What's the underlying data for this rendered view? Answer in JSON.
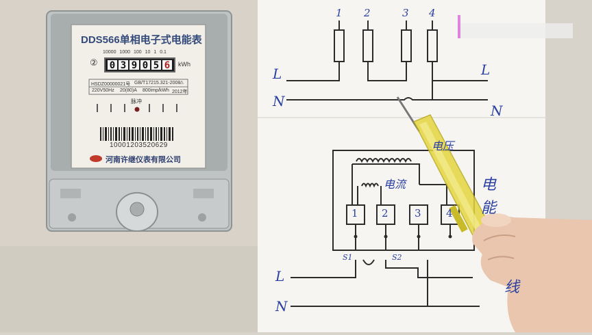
{
  "meter": {
    "model": "DDS566单相电子式电能表",
    "multipliers": [
      "10000",
      "1000",
      "100",
      "10",
      "1",
      "0.1"
    ],
    "circle_mark": "②",
    "register_digits": [
      "0",
      "3",
      "9",
      "0",
      "5",
      "6"
    ],
    "unit": "kWh",
    "spec_row1": [
      "HSDZ00000021号",
      "GB/T17215.321-2008",
      "⚠"
    ],
    "spec_row2": [
      "220V50Hz",
      "20(80)A",
      "800imp/kWh",
      "2012年"
    ],
    "pulse_label": "脉冲",
    "barcode_number": "10001203520629",
    "manufacturer": "河南许继仪表有限公司"
  },
  "diagram_top": {
    "terminal_numbers": [
      "1",
      "2",
      "3",
      "4"
    ],
    "left_labels": [
      "L",
      "N"
    ],
    "right_labels": [
      "L",
      "N"
    ]
  },
  "diagram_bottom": {
    "terminal_numbers": [
      "1",
      "2",
      "3",
      "4"
    ],
    "coil_label_voltage": "电压",
    "coil_label_current": "电流",
    "side_label_chars": [
      "电",
      "能"
    ],
    "shunt_labels": [
      "S1",
      "S2"
    ],
    "line_labels": [
      "L",
      "N"
    ],
    "edge_char": "线"
  },
  "colors": {
    "paper": "#f6f5f1",
    "ink": "#2b2b2b",
    "ink_blue": "#2a3fa0",
    "meter_face": "#f1efe8",
    "screwdriver_yellow": "#e5d640",
    "skin": "#e9c6ad"
  }
}
